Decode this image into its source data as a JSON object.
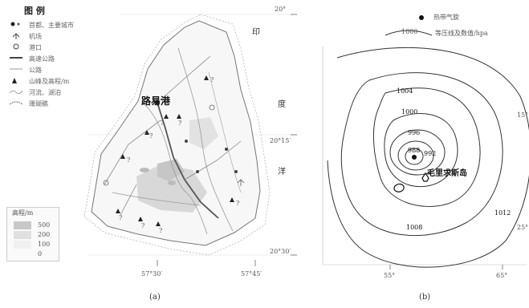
{
  "panel_a": {
    "legend": {
      "title": "图  例",
      "items": [
        {
          "label": "首都、主要城市",
          "symbol": "city-dot-icon"
        },
        {
          "label": "机场",
          "symbol": "airport-icon"
        },
        {
          "label": "港口",
          "symbol": "port-icon"
        },
        {
          "label": "高速公路",
          "symbol": "highway-line-icon"
        },
        {
          "label": "公路",
          "symbol": "road-line-icon"
        },
        {
          "label": "山峰及高程/m",
          "symbol": "peak-icon"
        },
        {
          "label": "河流、湖泊",
          "symbol": "river-icon"
        },
        {
          "label": "珊瑚礁",
          "symbol": "reef-icon"
        }
      ]
    },
    "elevation_legend": {
      "title": "高程/m",
      "levels": [
        "500",
        "200",
        "100",
        "0"
      ]
    },
    "city_label": "路易港",
    "peaks": [
      "?",
      "?",
      "?",
      "?",
      "?",
      "?",
      "?",
      "?",
      "?"
    ],
    "lat_labels": [
      "20°",
      "20°15′",
      "20°30′"
    ],
    "lon_labels": [
      "57°30′",
      "57°45′"
    ],
    "side_chars": [
      "印",
      "度",
      "洋"
    ],
    "caption": "(a)",
    "colors": {
      "elevation_500": "#c8c8c8",
      "elevation_200": "#e0e0e0",
      "water": "#9a9a9a"
    }
  },
  "panel_b": {
    "legend": {
      "center_label": "热带气旋",
      "isobar_label": "等压线及数值/hpa",
      "isobar_sample": "1000"
    },
    "isobar_values": [
      "1012",
      "1008",
      "1004",
      "1000",
      "996",
      "992",
      "988"
    ],
    "island_label": "毛里求斯岛",
    "lat_labels": [
      "15°",
      "25°"
    ],
    "lon_labels": [
      "55°",
      "65°"
    ],
    "caption": "(b)"
  }
}
